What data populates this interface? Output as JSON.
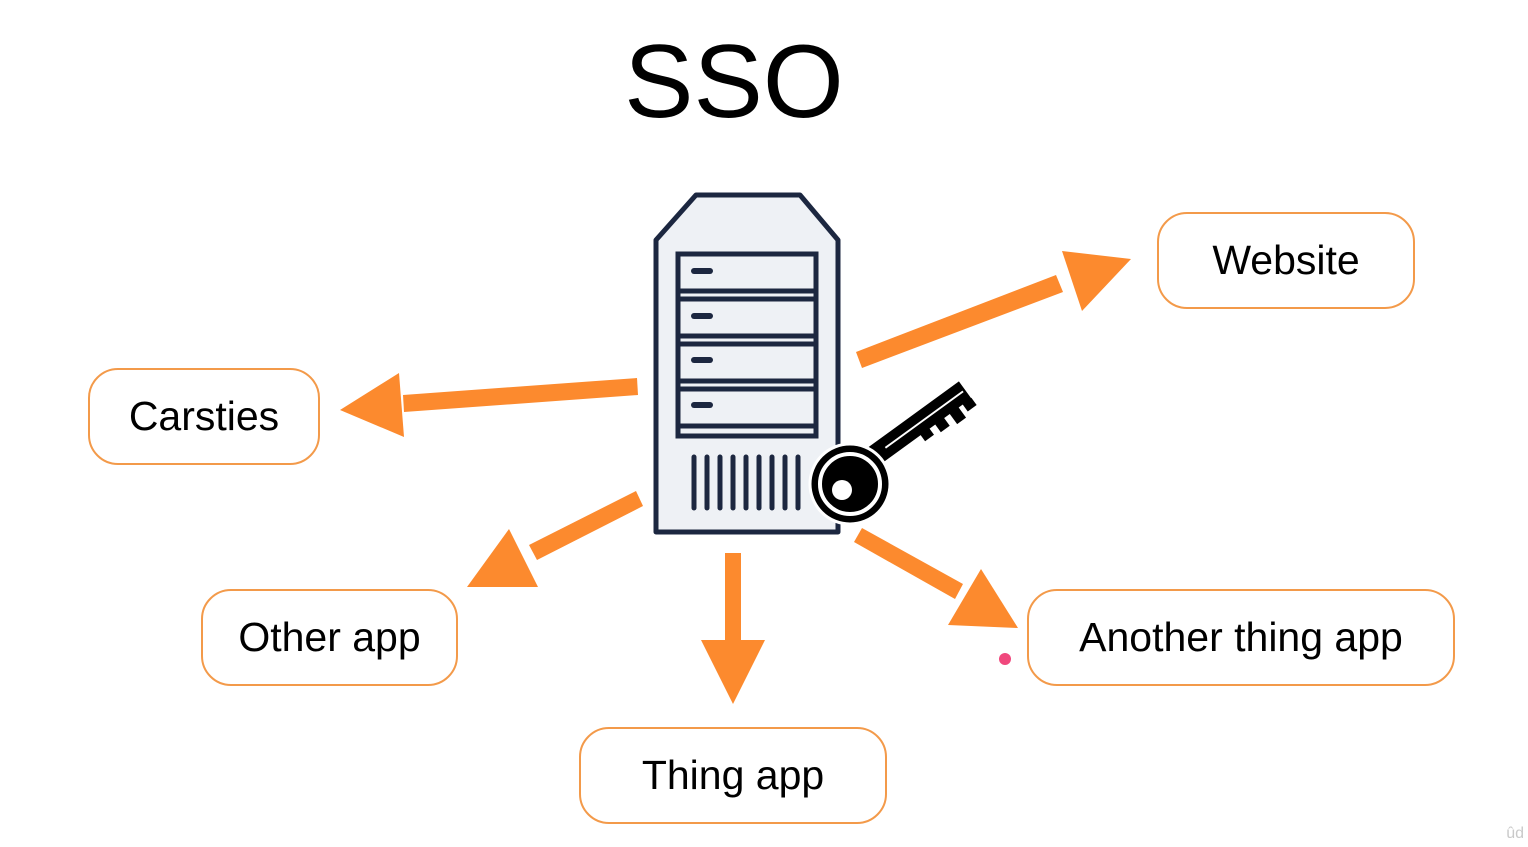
{
  "title": "SSO",
  "hub": {
    "icon": "server-icon",
    "key_icon": "key-icon"
  },
  "nodes": {
    "website": "Website",
    "carsties": "Carsties",
    "other_app": "Other app",
    "thing_app": "Thing app",
    "another_thing_app": "Another thing app"
  },
  "colors": {
    "arrow": "#fc8a2e",
    "box_border": "#f39a4a",
    "server_outline": "#1c2740",
    "server_fill": "#eef1f5",
    "pointer_dot": "#f0487d"
  },
  "watermark": "ûd"
}
